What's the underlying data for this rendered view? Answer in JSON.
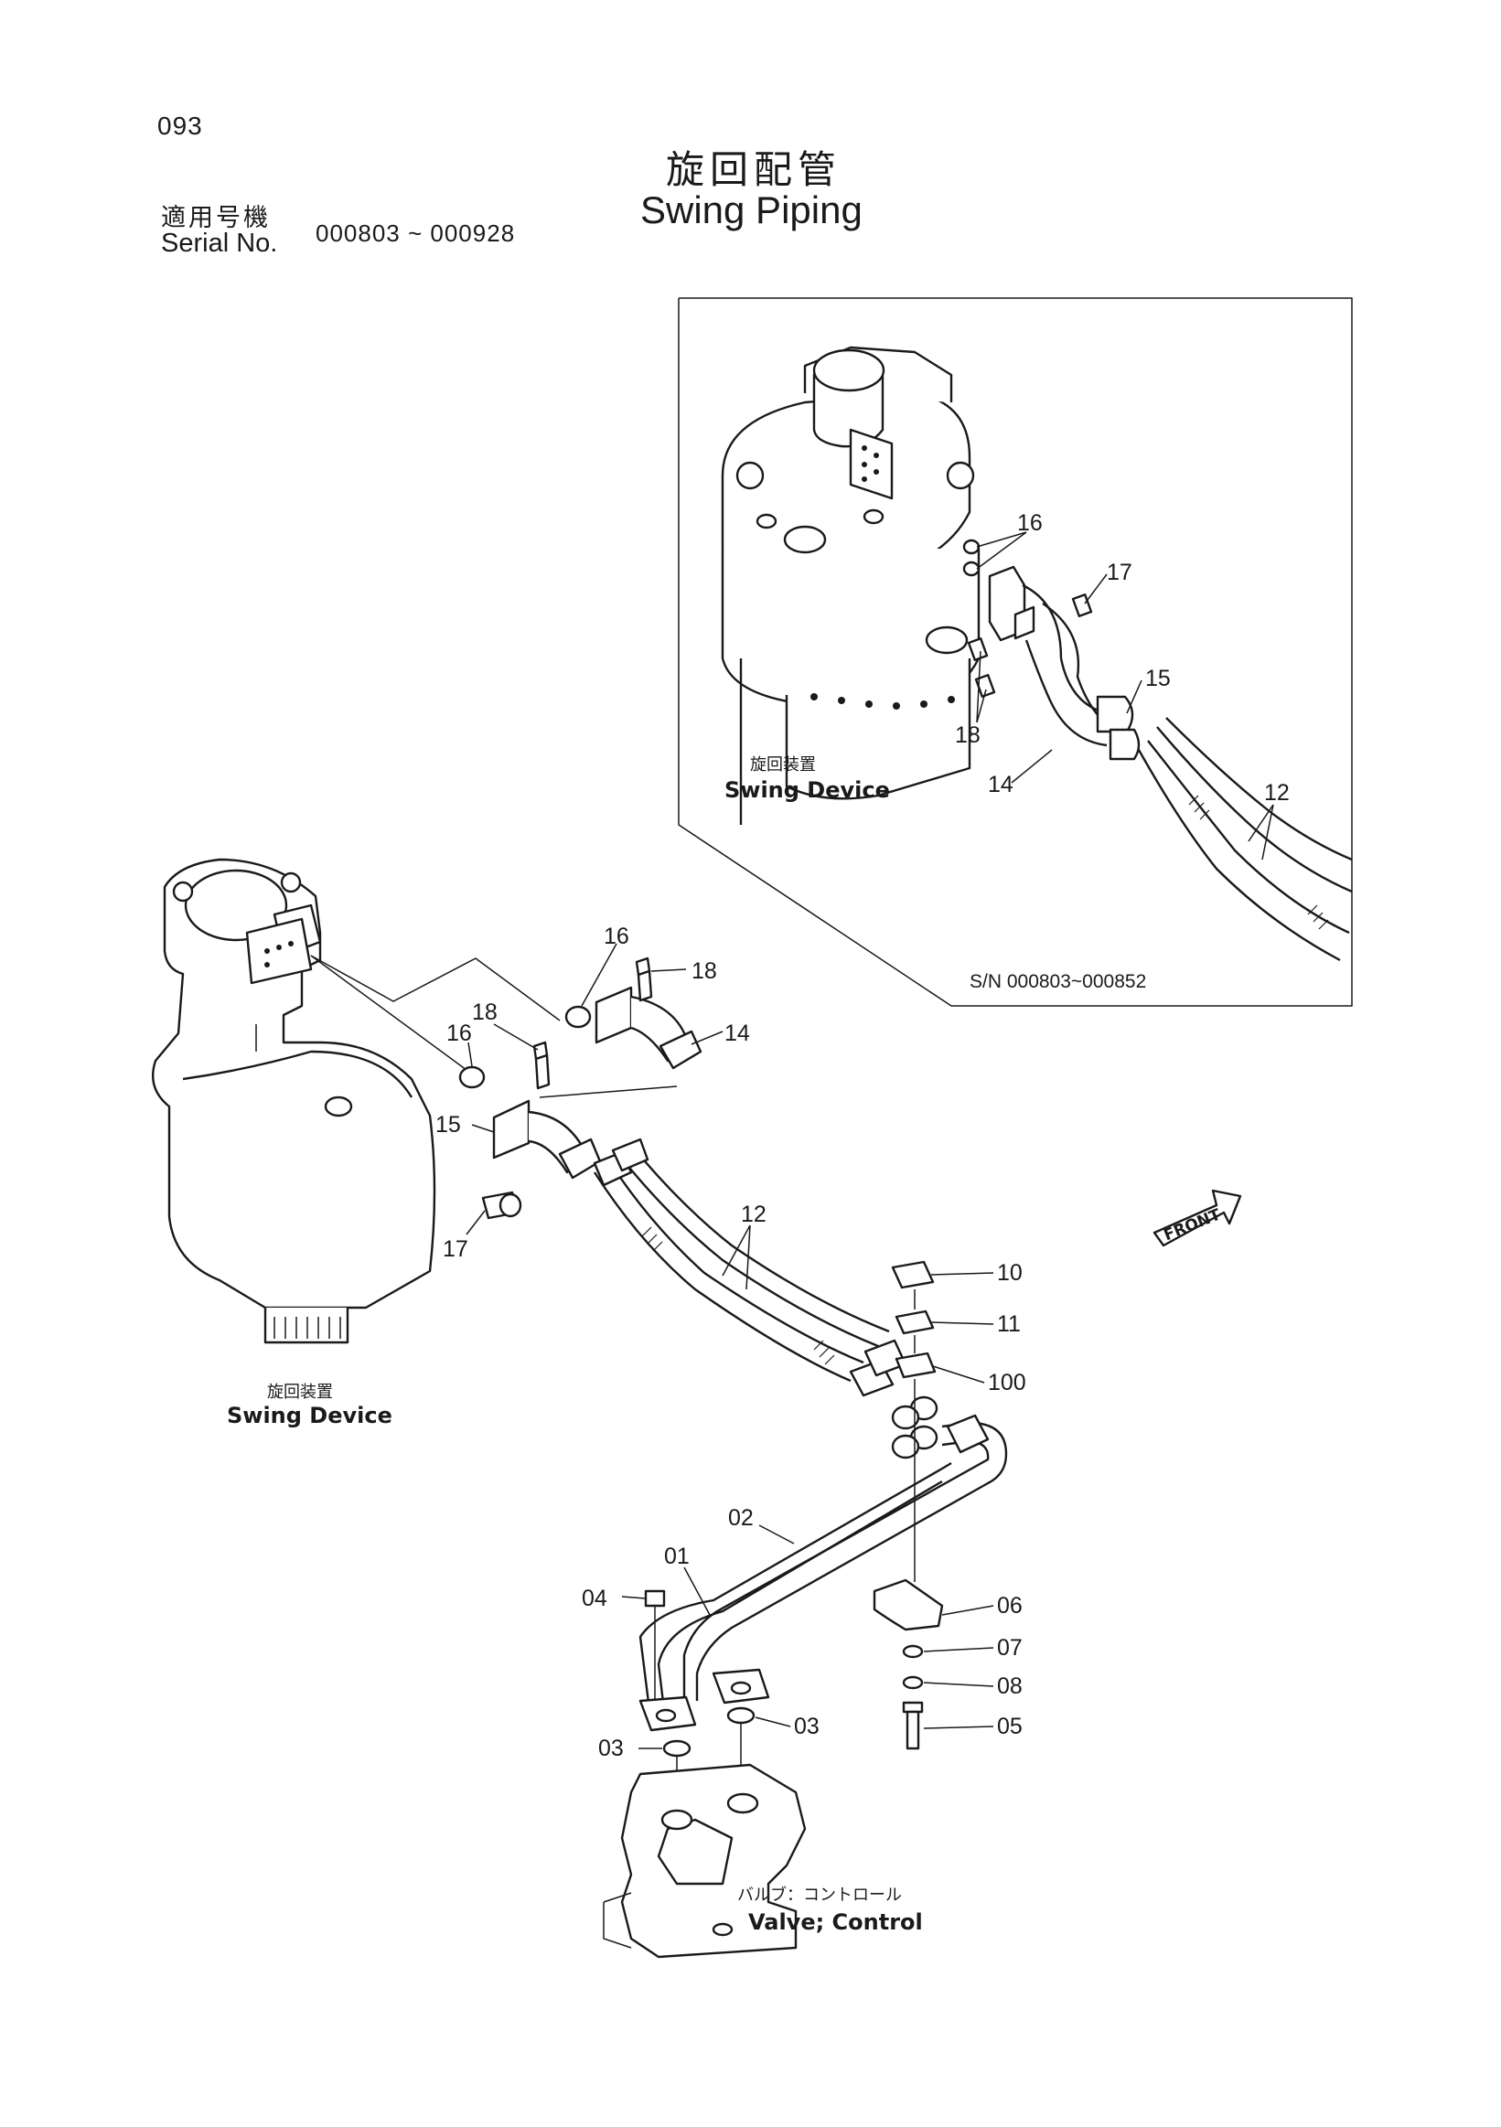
{
  "page": {
    "number": "093"
  },
  "title": {
    "jp": "旋回配管",
    "en": "Swing Piping"
  },
  "serial": {
    "label_jp": "適用号機",
    "label_en": "Serial No.",
    "range": "000803 ~ 000928"
  },
  "inset": {
    "device_jp": "旋回装置",
    "device_en": "Swing Device",
    "sn": "S/N 000803~000852",
    "callouts": [
      "16",
      "17",
      "15",
      "18",
      "14",
      "12"
    ]
  },
  "main": {
    "device_jp": "旋回装置",
    "device_en": "Swing Device",
    "valve_jp": "バルブ：コントロール",
    "valve_en": "Valve; Control",
    "front": "FRONT",
    "callouts": [
      "16",
      "18",
      "18",
      "14",
      "16",
      "15",
      "17",
      "12",
      "10",
      "11",
      "100",
      "02",
      "01",
      "04",
      "06",
      "07",
      "08",
      "05",
      "03",
      "03"
    ]
  },
  "colors": {
    "ink": "#1a1a1a",
    "paper": "#ffffff"
  }
}
